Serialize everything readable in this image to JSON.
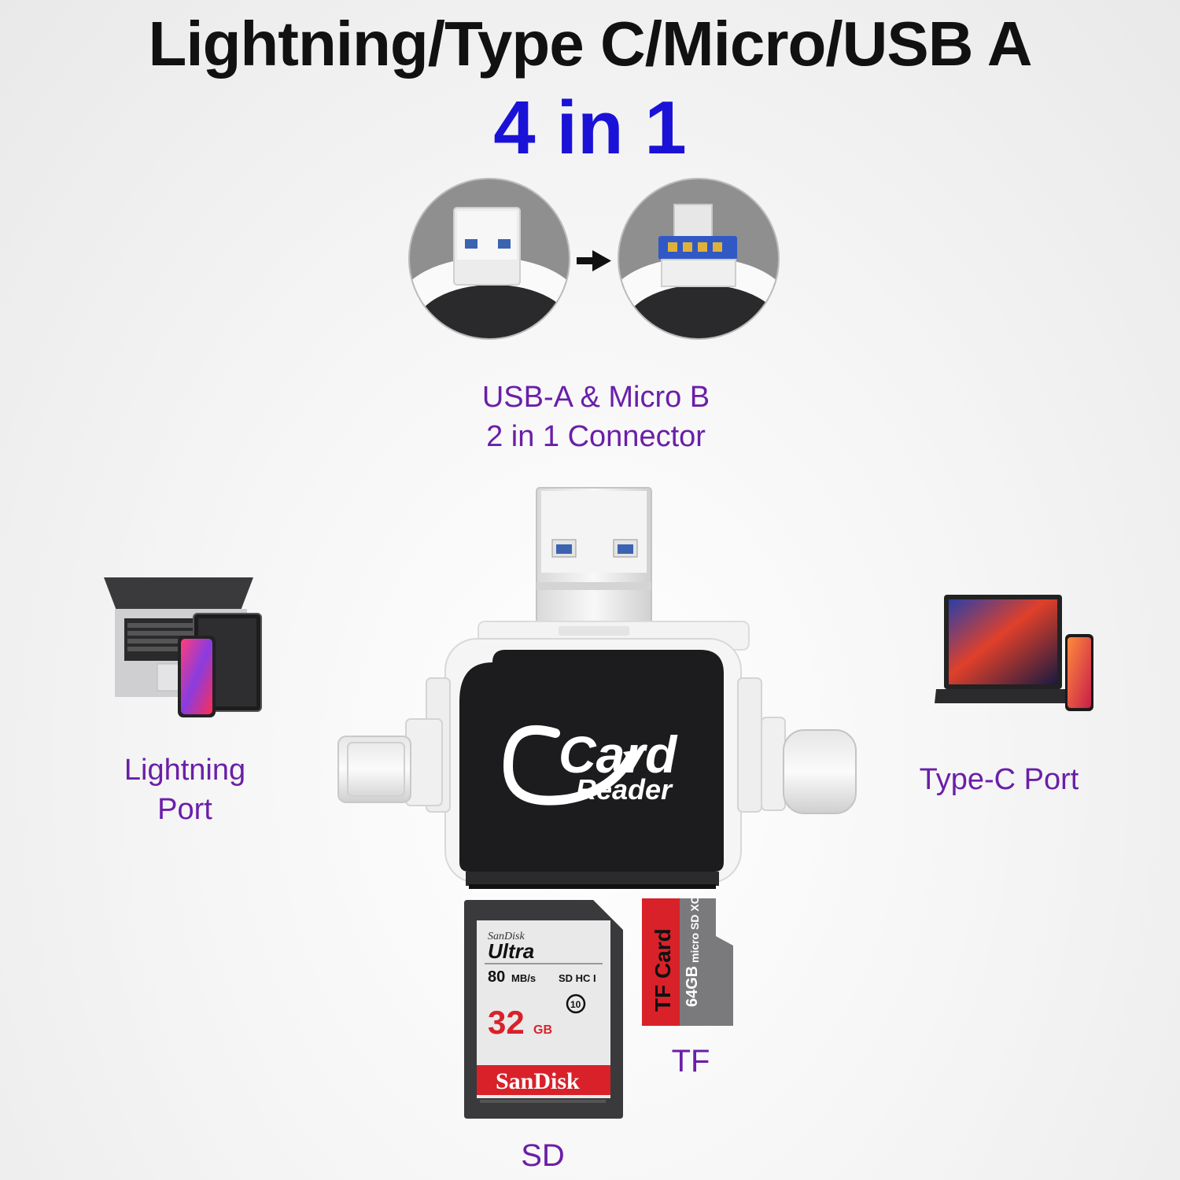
{
  "header": {
    "title": "Lightning/Type C/Micro/USB A",
    "subtitle": "4 in 1"
  },
  "connector": {
    "caption_line1": "USB-A & Micro B",
    "caption_line2": "2 in 1 Connector"
  },
  "device": {
    "logo_word1": "Card",
    "logo_word2": "Reader"
  },
  "ports": {
    "lightning_line1": "Lightning",
    "lightning_line2": "Port",
    "typec": "Type-C Port"
  },
  "cards": {
    "sd": {
      "brand_small": "SanDisk",
      "model": "Ultra",
      "speed": "80",
      "speed_unit": "MB/s",
      "format": "SD HC I",
      "class": "10",
      "capacity": "32",
      "capacity_unit": "GB",
      "brand": "SanDisk",
      "label": "SD"
    },
    "tf": {
      "stripe_text": "TF Card",
      "format": "micro SD XC I",
      "capacity": "64GB",
      "label": "TF"
    }
  },
  "colors": {
    "title": "#111111",
    "subtitle": "#1b12d8",
    "caption": "#6a1fa8",
    "sd_red": "#d9212a",
    "tf_red": "#d9212a",
    "reader_body": "#1c1c1e"
  }
}
